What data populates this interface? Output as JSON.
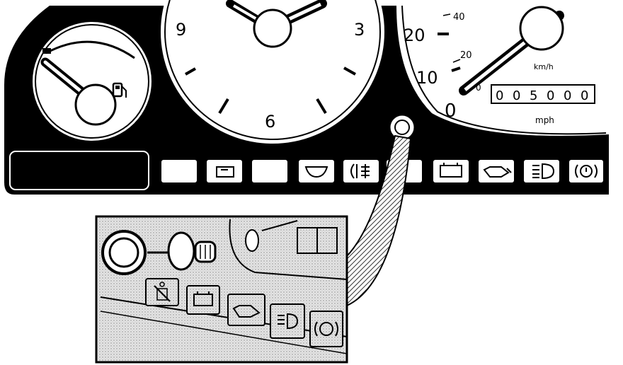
{
  "clock": {
    "nine": "9",
    "three": "3",
    "six": "6"
  },
  "speedometer": {
    "kmh_40": "40",
    "kmh_20": "20",
    "kmh_0": "0",
    "mph_20": "20",
    "mph_10": "10",
    "mph_0": "0",
    "kmh_unit": "km/h",
    "mph_unit": "mph",
    "odometer": [
      "0",
      "0",
      "5",
      "0",
      "0",
      "0"
    ]
  },
  "colors": {
    "panel": "#000000",
    "face": "#ffffff",
    "photo": "#d9d9d9"
  },
  "icons": {
    "warning_lights": [
      "blank",
      "washer-fluid-icon",
      "blank",
      "brake-pad-icon",
      "rear-fog-icon",
      "blank",
      "battery-icon",
      "oil-can-icon",
      "headlight-icon",
      "brake-warning-icon"
    ],
    "fuel": "fuel-pump-icon",
    "detail": [
      "seatbelt-icon",
      "battery-icon",
      "oil-can-icon",
      "headlight-icon",
      "brake-warning-icon"
    ]
  }
}
